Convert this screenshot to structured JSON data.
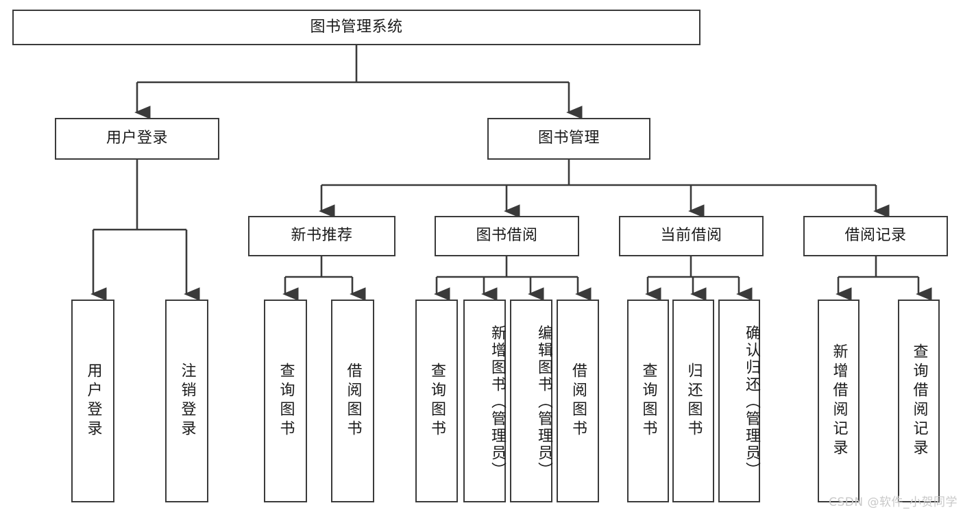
{
  "diagram": {
    "title": "图书管理系统",
    "type": "tree",
    "orientation": "top-down",
    "colors": {
      "box_border": "#3a3a3a",
      "box_fill": "#ffffff",
      "connector": "#3a3a3a",
      "text": "#1a1a1a",
      "background": "#ffffff",
      "watermark": "#c9c9c9"
    },
    "root": {
      "label": "图书管理系统"
    },
    "level2": [
      {
        "label": "用户登录"
      },
      {
        "label": "图书管理"
      }
    ],
    "level3": [
      {
        "label": "新书推荐"
      },
      {
        "label": "图书借阅"
      },
      {
        "label": "当前借阅"
      },
      {
        "label": "借阅记录"
      }
    ],
    "leaves": {
      "user_login": [
        {
          "label": "用户登录"
        },
        {
          "label": "注销登录"
        }
      ],
      "new_book_recommend": [
        {
          "label": "查询图书"
        },
        {
          "label": "借阅图书"
        }
      ],
      "book_borrow": [
        {
          "label": "查询图书"
        },
        {
          "label": "新增图书（管理员）"
        },
        {
          "label": "编辑图书（管理员）"
        },
        {
          "label": "借阅图书"
        }
      ],
      "current_borrow": [
        {
          "label": "查询图书"
        },
        {
          "label": "归还图书"
        },
        {
          "label": "确认归还（管理员）"
        }
      ],
      "borrow_records": [
        {
          "label": "新增借阅记录"
        },
        {
          "label": "查询借阅记录"
        }
      ]
    }
  },
  "watermark": {
    "text": "CSDN @软件_小贺同学"
  }
}
